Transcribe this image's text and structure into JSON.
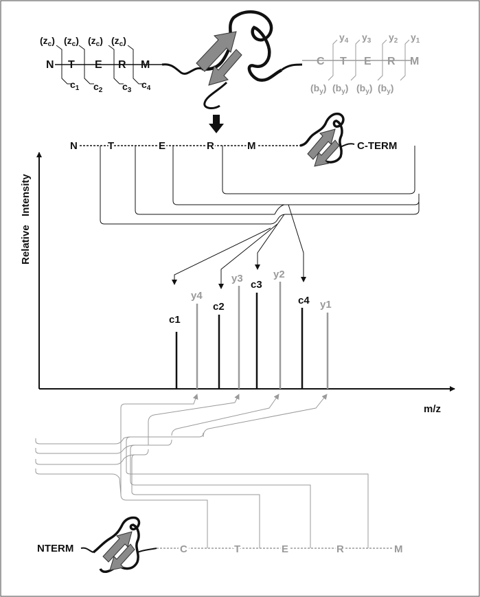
{
  "colors": {
    "dark": "#111111",
    "gray": "#9a9a9a",
    "arrow": "#7a7a7a"
  },
  "top_left_peptide": {
    "residues": [
      "N",
      "T",
      "E",
      "R",
      "M"
    ],
    "z_labels": [
      "z",
      "z",
      "z",
      "z"
    ],
    "z_sub": "c",
    "c_labels": [
      "c",
      "c",
      "c",
      "c"
    ],
    "c_subs": [
      "1",
      "2",
      "3",
      "4"
    ],
    "paren_open": "(",
    "paren_close": ")"
  },
  "top_right_peptide": {
    "residues": [
      "C",
      "T",
      "E",
      "R",
      "M"
    ],
    "y_labels": [
      "y",
      "y",
      "y",
      "y"
    ],
    "y_subs": [
      "4",
      "3",
      "2",
      "1"
    ],
    "b_labels": [
      "b",
      "b",
      "b",
      "b"
    ],
    "b_sub": "y"
  },
  "middle_sequence": {
    "letters": [
      "N",
      "T",
      "E",
      "R",
      "M"
    ],
    "end_label": "C-TERM"
  },
  "bottom_sequence": {
    "start_label": "NTERM",
    "letters": [
      "C",
      "T",
      "E",
      "R",
      "M"
    ]
  },
  "axes": {
    "ylabel": "Relative   Intensity",
    "xlabel": "m/z"
  },
  "peaks": [
    {
      "label": "c1",
      "color": "dark"
    },
    {
      "label": "y4",
      "color": "gray"
    },
    {
      "label": "c2",
      "color": "dark"
    },
    {
      "label": "y3",
      "color": "gray"
    },
    {
      "label": "c3",
      "color": "dark"
    },
    {
      "label": "y2",
      "color": "gray"
    },
    {
      "label": "c4",
      "color": "dark"
    },
    {
      "label": "y1",
      "color": "gray"
    }
  ]
}
